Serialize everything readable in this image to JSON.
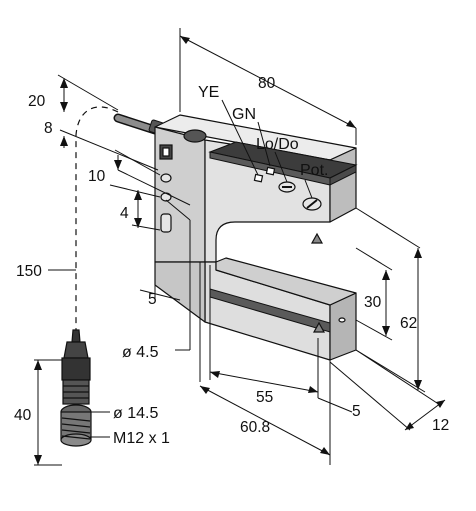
{
  "labels": {
    "ye": "YE",
    "gn": "GN",
    "lodo": "Lo/Do",
    "pot": "Pot.",
    "hole": "ø 4.5",
    "connector_dia": "ø 14.5",
    "thread": "M12 x 1"
  },
  "dimensions": {
    "d80": "80",
    "d20": "20",
    "d8": "8",
    "d10": "10",
    "d4": "4",
    "d150": "150",
    "d5_left": "5",
    "d30": "30",
    "d62": "62",
    "d55": "55",
    "d5_right": "5",
    "d60_8": "60.8",
    "d12": "12",
    "d40": "40"
  },
  "colors": {
    "line": "#111111",
    "body_light": "#e2e2e2",
    "body_mid": "#cfcfcf",
    "body_dark": "#9a9a9a",
    "cover": "#5a5a5a",
    "cover_top": "#3c3c3c"
  }
}
